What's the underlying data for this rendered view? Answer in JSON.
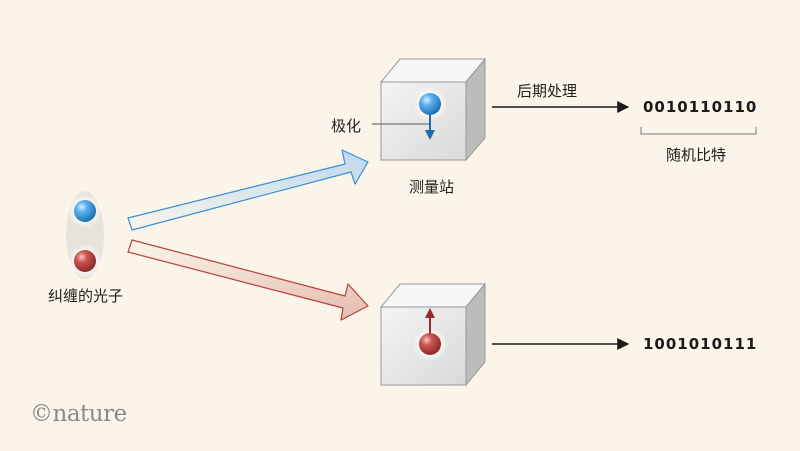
{
  "labels": {
    "postprocessing": "后期处理",
    "polarization": "极化",
    "measurement_station": "测量站",
    "random_bits": "随机比特",
    "entangled_photons": "纠缠的光子"
  },
  "bits": {
    "top": "0010110110",
    "bottom": "1001010111"
  },
  "logo": {
    "symbol": "©",
    "text": "nature"
  },
  "colors": {
    "background": "#fbf5e9",
    "blue_photon": "#3a8fd6",
    "red_photon": "#b8403f",
    "blue_beam": "#cfe3f1",
    "red_beam": "#e9c7bd"
  }
}
